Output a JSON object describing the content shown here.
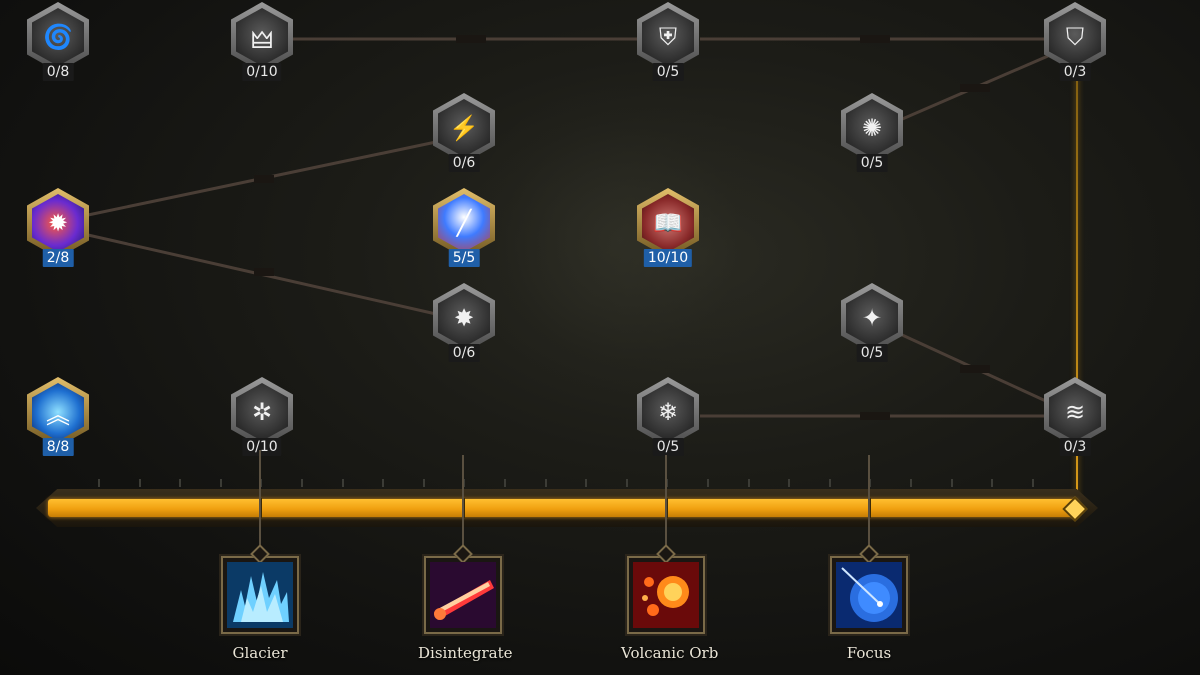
{
  "skill_tree": {
    "nodes": [
      {
        "id": "n1",
        "icon": "vortex-icon",
        "glyph": "🌀",
        "count": "0/8",
        "active": false,
        "style": "gray"
      },
      {
        "id": "n2",
        "icon": "figure-icon",
        "glyph": "🜲",
        "count": "0/10",
        "active": false,
        "style": "gray"
      },
      {
        "id": "n3",
        "icon": "shield-icon",
        "glyph": "⛨",
        "count": "0/5",
        "active": false,
        "style": "gray"
      },
      {
        "id": "n4",
        "icon": "crest-shield-icon",
        "glyph": "⛉",
        "count": "0/3",
        "active": false,
        "style": "gray"
      },
      {
        "id": "n5",
        "icon": "lightning-storm-icon",
        "glyph": "⚡",
        "count": "0/6",
        "active": false,
        "style": "gray"
      },
      {
        "id": "n6",
        "icon": "burst-icon",
        "glyph": "✺",
        "count": "0/5",
        "active": false,
        "style": "gray"
      },
      {
        "id": "n7",
        "icon": "fire-bolt-icon",
        "glyph": "✹",
        "count": "2/8",
        "active": true,
        "style": "fire"
      },
      {
        "id": "n8",
        "icon": "arcane-beam-icon",
        "glyph": "╱",
        "count": "5/5",
        "active": true,
        "style": "beam"
      },
      {
        "id": "n9",
        "icon": "spellbook-icon",
        "glyph": "📖",
        "count": "10/10",
        "active": true,
        "style": "book"
      },
      {
        "id": "n10",
        "icon": "explosion-icon",
        "glyph": "✸",
        "count": "0/6",
        "active": false,
        "style": "gray"
      },
      {
        "id": "n11",
        "icon": "shatter-icon",
        "glyph": "✦",
        "count": "0/5",
        "active": false,
        "style": "gray"
      },
      {
        "id": "n12",
        "icon": "chevron-ward-icon",
        "glyph": "︽",
        "count": "8/8",
        "active": true,
        "style": "arrow"
      },
      {
        "id": "n13",
        "icon": "frost-sigil-icon",
        "glyph": "✲",
        "count": "0/10",
        "active": false,
        "style": "gray"
      },
      {
        "id": "n14",
        "icon": "snowflake-icon",
        "glyph": "❄",
        "count": "0/5",
        "active": false,
        "style": "gray"
      },
      {
        "id": "n15",
        "icon": "cyclone-icon",
        "glyph": "≋",
        "count": "0/3",
        "active": false,
        "style": "gray"
      }
    ]
  },
  "progress": {
    "fill_fraction": 1.0
  },
  "ultimates": [
    {
      "label": "Glacier",
      "icon": "glacier-icon"
    },
    {
      "label": "Disintegrate",
      "icon": "disintegrate-icon"
    },
    {
      "label": "Volcanic Orb",
      "icon": "volcanic-orb-icon"
    },
    {
      "label": "Focus",
      "icon": "focus-icon"
    }
  ],
  "colors": {
    "progress": "#f0a010",
    "active_count": "#1f5fa8",
    "gold_frame": "#c9a04a"
  }
}
